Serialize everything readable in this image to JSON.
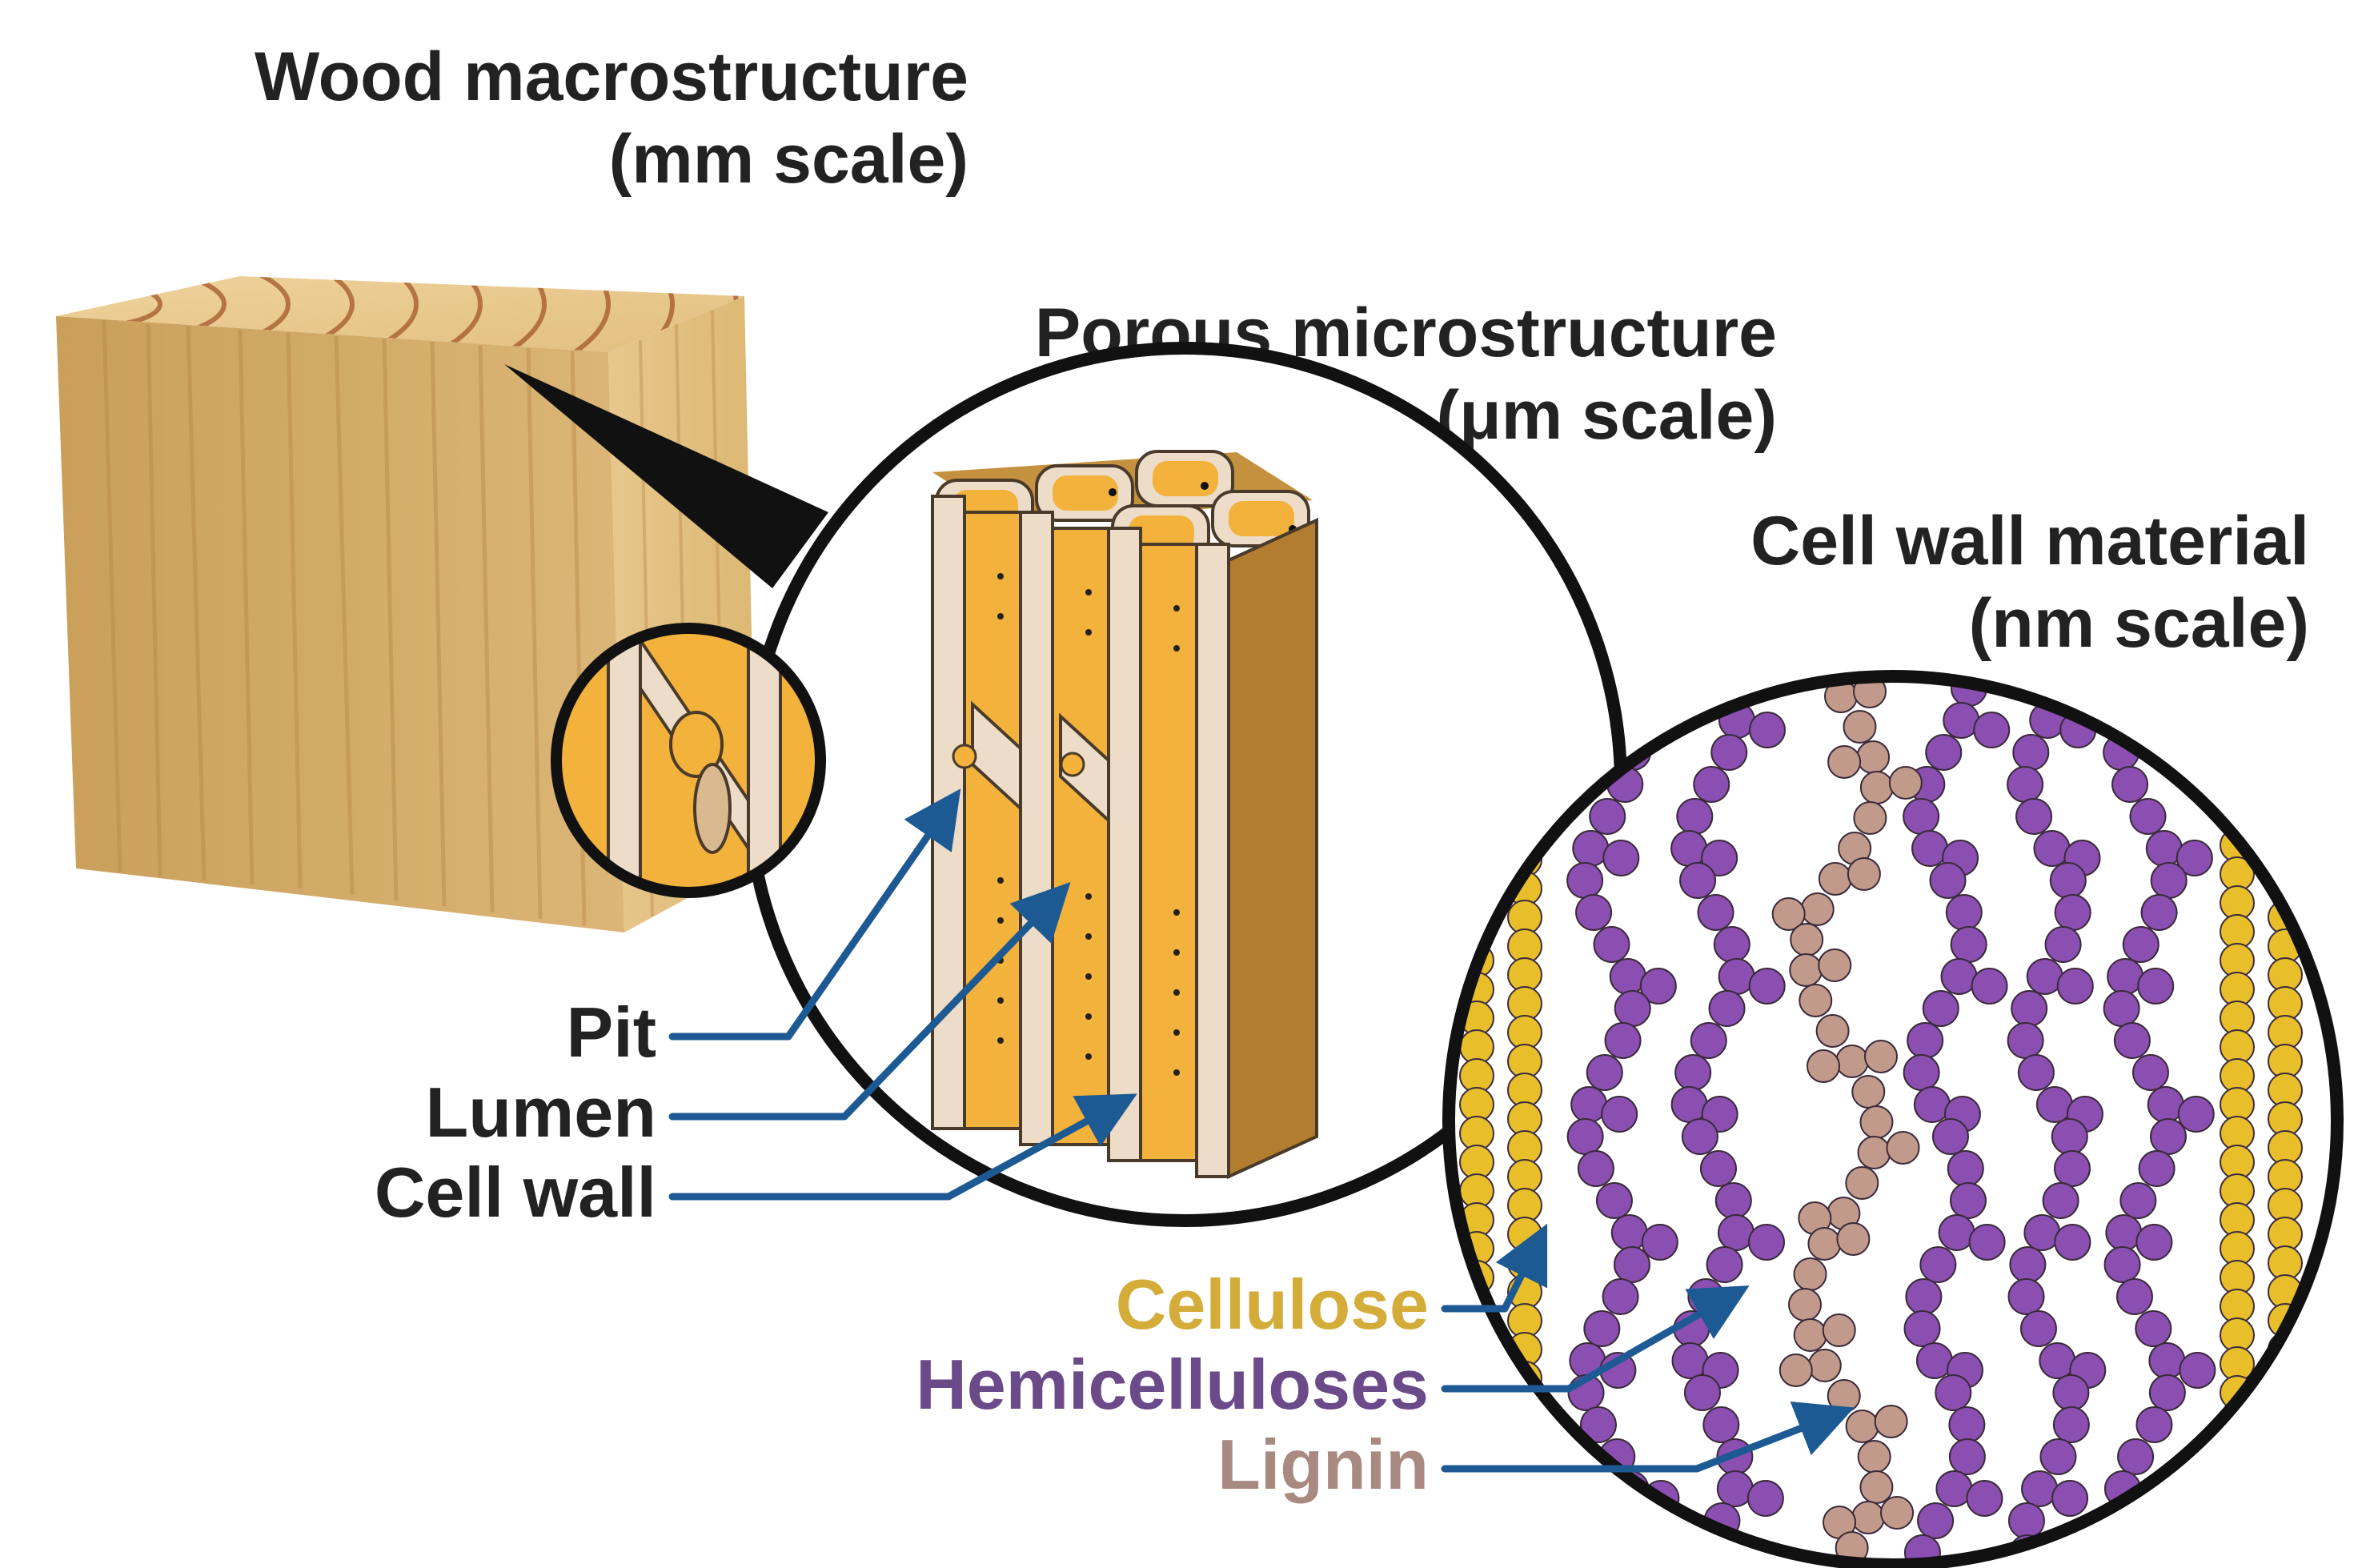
{
  "titles": {
    "macro_line1": "Wood macrostructure",
    "macro_line2": "(mm scale)",
    "micro_line1": "Porous microstructure",
    "micro_line2": "(μm scale)",
    "nano_line1": "Cell wall material",
    "nano_line2": "(nm scale)"
  },
  "micro_labels": {
    "pit": "Pit",
    "lumen": "Lumen",
    "cell_wall": "Cell wall"
  },
  "nano_labels": {
    "cellulose": "Cellulose",
    "hemicelluloses": "Hemicelluloses",
    "lignin": "Lignin"
  },
  "colors": {
    "text": "#222222",
    "arrow": "#1d5a93",
    "cellulose": "#d4ac3a",
    "hemicelluloses": "#6b4a8a",
    "lignin": "#a98a80",
    "wood": "#e2c084",
    "lumen": "#f2b23c",
    "cell_wall": "#ecdcc8",
    "hemi_bead": "#8a4fb0",
    "lignin_bead": "#c19a8c",
    "cellulose_bead": "#e8bf2a"
  }
}
